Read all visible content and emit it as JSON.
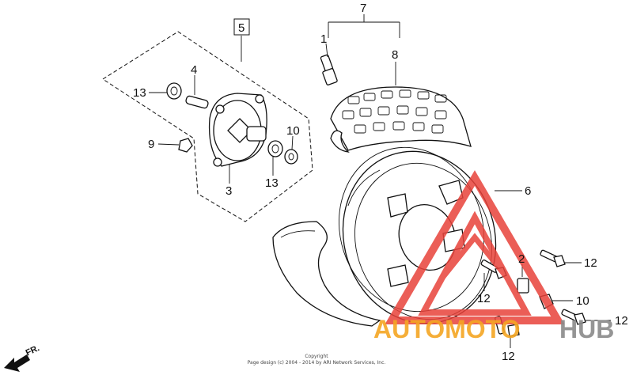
{
  "callouts": {
    "c1": "1",
    "c2": "2",
    "c3": "3",
    "c4": "4",
    "c5": "5",
    "c6": "6",
    "c7": "7",
    "c8": "8",
    "c9": "9",
    "c10a": "10",
    "c10b": "10",
    "c12a": "12",
    "c12b": "12",
    "c12c": "12",
    "c12d": "12",
    "c13a": "13",
    "c13b": "13"
  },
  "direction": {
    "label": "FR."
  },
  "copyright": {
    "line1": "Copyright",
    "line2": "Page design (c) 2004 - 2014 by ARI Network Services, Inc."
  },
  "watermark": {
    "part1": "AUTOMOTO",
    "part2": "HUB",
    "color_accent": "#e8423a",
    "color_text": "#f5a623",
    "color_gray": "#8a8a8a"
  }
}
